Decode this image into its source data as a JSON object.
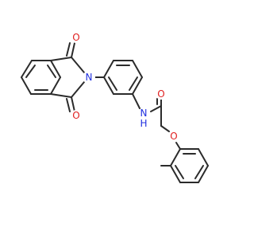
{
  "molecule": {
    "atom_labels": {
      "o_top": "O",
      "n_imide": "N",
      "o_bottom": "O",
      "o_amide": "O",
      "n_amide": "N",
      "h_amide": "H",
      "o_ether": "O"
    },
    "colors": {
      "bond": "#2b2b2b",
      "oxygen": "#e02020",
      "nitrogen": "#2030e0"
    }
  }
}
